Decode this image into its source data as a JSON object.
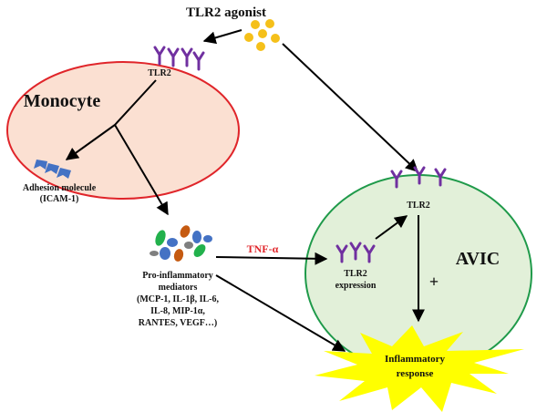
{
  "title": "TLR2 agonist",
  "monocyte": {
    "name": "Monocyte",
    "receptor_label": "TLR2",
    "adhesion_label_line1": "Adhesion molecule",
    "adhesion_label_line2": "(ICAM-1)"
  },
  "mediators": {
    "line1": "Pro-inflammatory",
    "line2": "mediators",
    "line3": "(MCP-1, IL-1β, IL-6,",
    "line4": "IL-8, MIP-1α,",
    "line5": "RANTES, VEGF…)"
  },
  "tnf_label": "TNF-α",
  "avic": {
    "name": "AVIC",
    "receptor_label": "TLR2",
    "expression_line1": "TLR2",
    "expression_line2": "expression",
    "plus_sign": "+"
  },
  "response": {
    "line1": "Inflammatory",
    "line2": "response"
  },
  "colors": {
    "monocyte_fill": "#fbe0d2",
    "monocyte_stroke": "#e0252a",
    "avic_fill": "#e2f0d9",
    "avic_stroke": "#1f9a4a",
    "receptor": "#7030a0",
    "agonist": "#f5c01a",
    "adhesion": "#4472c4",
    "tnf": "#e0252a",
    "burst": "#ffff00"
  }
}
